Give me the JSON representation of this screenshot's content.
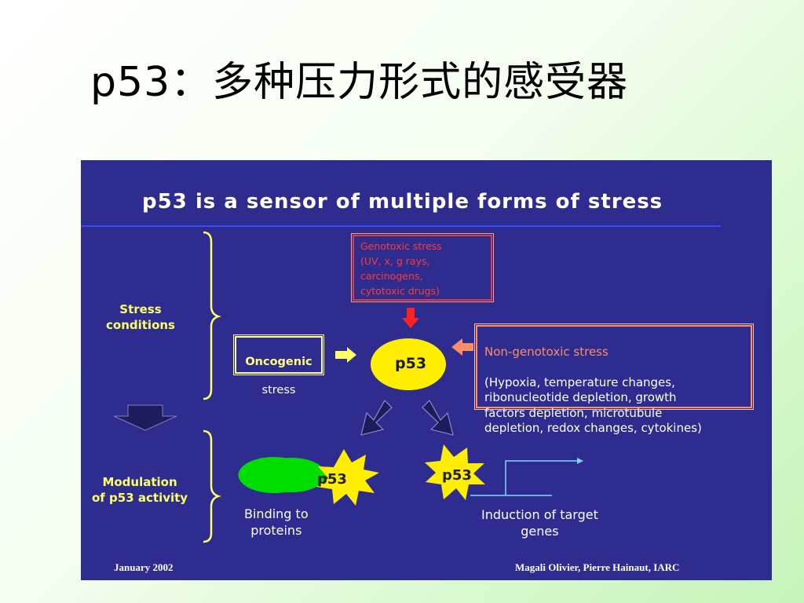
{
  "slide_title": "p53：多种压力形式的感受器",
  "diagram": {
    "heading": "p53 is a sensor of multiple forms of stress",
    "stress_conditions_label": "Stress\nconditions",
    "modulation_label": "Modulation\nof p53 activity",
    "genotoxic_box": "Genotoxic stress\n(UV, x, g rays,\ncarcinogens,\ncytotoxic drugs)",
    "non_genotoxic_title": "Non-genotoxic stress",
    "non_genotoxic_box": "(Hypoxia, temperature changes,\nribonucleotide depletion, growth\nfactors depletion, microtubule\ndepletion, redox changes, cytokines)",
    "oncogenic_line1": "Oncogenic",
    "oncogenic_line2": "stress",
    "p53_center": "p53",
    "p53_binding": "p53",
    "p53_induction": "p53",
    "binding_label": "Binding to\nproteins",
    "induction_label": "Induction of target\ngenes",
    "footer_left": "January 2002",
    "footer_right": "Magali Olivier, Pierre Hainaut, IARC",
    "colors": {
      "panel_bg": "#2e2d8f",
      "heading_rule": "#3b49ff",
      "label_yellow": "#ffff66",
      "p53_yellow": "#ffee00",
      "genotoxic_red": "#ff3a3a",
      "nongenotoxic_orange": "#ff8d63",
      "protein_green": "#00dd00",
      "arrow_navy": "#1d1d5e",
      "gene_arrow_cyan": "#7fd6ff"
    }
  }
}
